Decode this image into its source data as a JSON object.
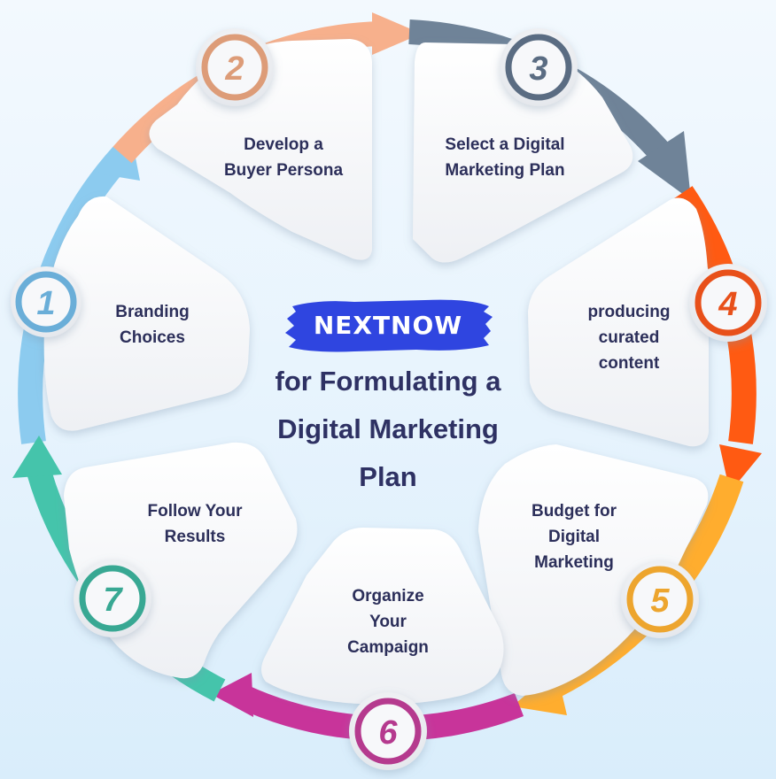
{
  "brand": "NEXTNOW",
  "title": "for Formulating a\nDigital Marketing\nPlan",
  "steps": [
    {
      "number": "1",
      "label": "Branding\nChoices",
      "color": "#6aaed8"
    },
    {
      "number": "2",
      "label": "Develop a\nBuyer Persona",
      "color": "#dd9c78"
    },
    {
      "number": "3",
      "label": "Select a Digital\nMarketing Plan",
      "color": "#5a6c82"
    },
    {
      "number": "4",
      "label": "producing\ncurated\ncontent",
      "color": "#e8501a"
    },
    {
      "number": "5",
      "label": "Budget for\nDigital\nMarketing",
      "color": "#eda52e"
    },
    {
      "number": "6",
      "label": "Organize\nYour\nCampaign",
      "color": "#b53a8e"
    },
    {
      "number": "7",
      "label": "Follow Your\nResults",
      "color": "#38a893"
    }
  ],
  "colors": {
    "arc_1": "#8ccbef",
    "arc_2": "#f7b08c",
    "arc_3": "#6f8398",
    "arc_4": "#ff5a12",
    "arc_5": "#ffad2e",
    "arc_6": "#c8349a",
    "arc_7": "#45c4ab",
    "brand_bg": "#2f45e0",
    "title_text": "#2e3163"
  }
}
